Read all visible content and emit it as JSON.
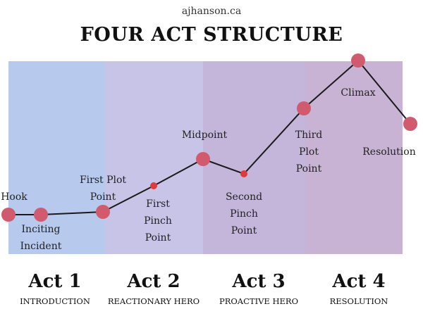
{
  "site": "ajhanson.ca",
  "title": "FOUR ACT STRUCTURE",
  "acts": [
    {
      "name": "Act 1",
      "subtitle": "INTRODUCTION",
      "color": "#b7c9ec"
    },
    {
      "name": "Act 2",
      "subtitle": "REACTIONARY HERO",
      "color": "#c7c4e7"
    },
    {
      "name": "Act 3",
      "subtitle": "PROACTIVE HERO",
      "color": "#c3b6da"
    },
    {
      "name": "Act 4",
      "subtitle": "RESOLUTION",
      "color": "#c8b3d5"
    }
  ],
  "points": [
    {
      "lines": [
        "Hook"
      ],
      "major": true
    },
    {
      "lines": [
        "Inciting",
        "Incident"
      ],
      "major": true
    },
    {
      "lines": [
        "First Plot",
        "Point"
      ],
      "major": true
    },
    {
      "lines": [
        "First",
        "Pinch",
        "Point"
      ],
      "major": false
    },
    {
      "lines": [
        "Midpoint"
      ],
      "major": true
    },
    {
      "lines": [
        "Second",
        "Pinch",
        "Point"
      ],
      "major": false
    },
    {
      "lines": [
        "Third",
        "Plot",
        "Point"
      ],
      "major": true
    },
    {
      "lines": [
        "Climax"
      ],
      "major": true
    },
    {
      "lines": [
        "Resolution"
      ],
      "major": true
    }
  ],
  "colors": {
    "line": "#1a1a1a",
    "major_point": "#d15a6f",
    "minor_point": "#e03a3a"
  }
}
